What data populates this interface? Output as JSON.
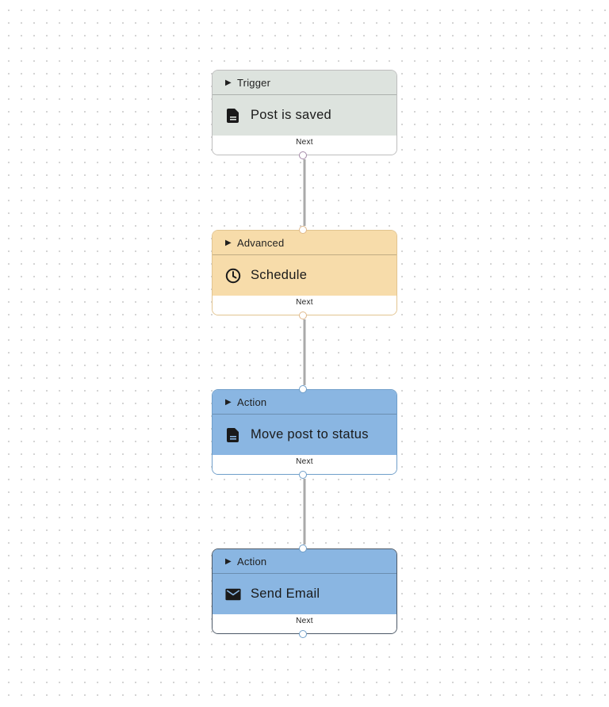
{
  "canvas": {
    "background": "#ffffff",
    "dot_color": "#c9c9c9",
    "edge_color": "#a9a9a9"
  },
  "nodes": [
    {
      "type_label": "Trigger",
      "title": "Post is saved",
      "footer_label": "Next",
      "icon": "document-icon",
      "color": "#dde3de"
    },
    {
      "type_label": "Advanced",
      "title": "Schedule",
      "footer_label": "Next",
      "icon": "clock-icon",
      "color": "#f7dcaa"
    },
    {
      "type_label": "Action",
      "title": "Move post to status",
      "footer_label": "Next",
      "icon": "document-icon",
      "color": "#8ab6e2"
    },
    {
      "type_label": "Action",
      "title": "Send Email",
      "footer_label": "Next",
      "icon": "envelope-icon",
      "color": "#8ab6e2"
    }
  ]
}
